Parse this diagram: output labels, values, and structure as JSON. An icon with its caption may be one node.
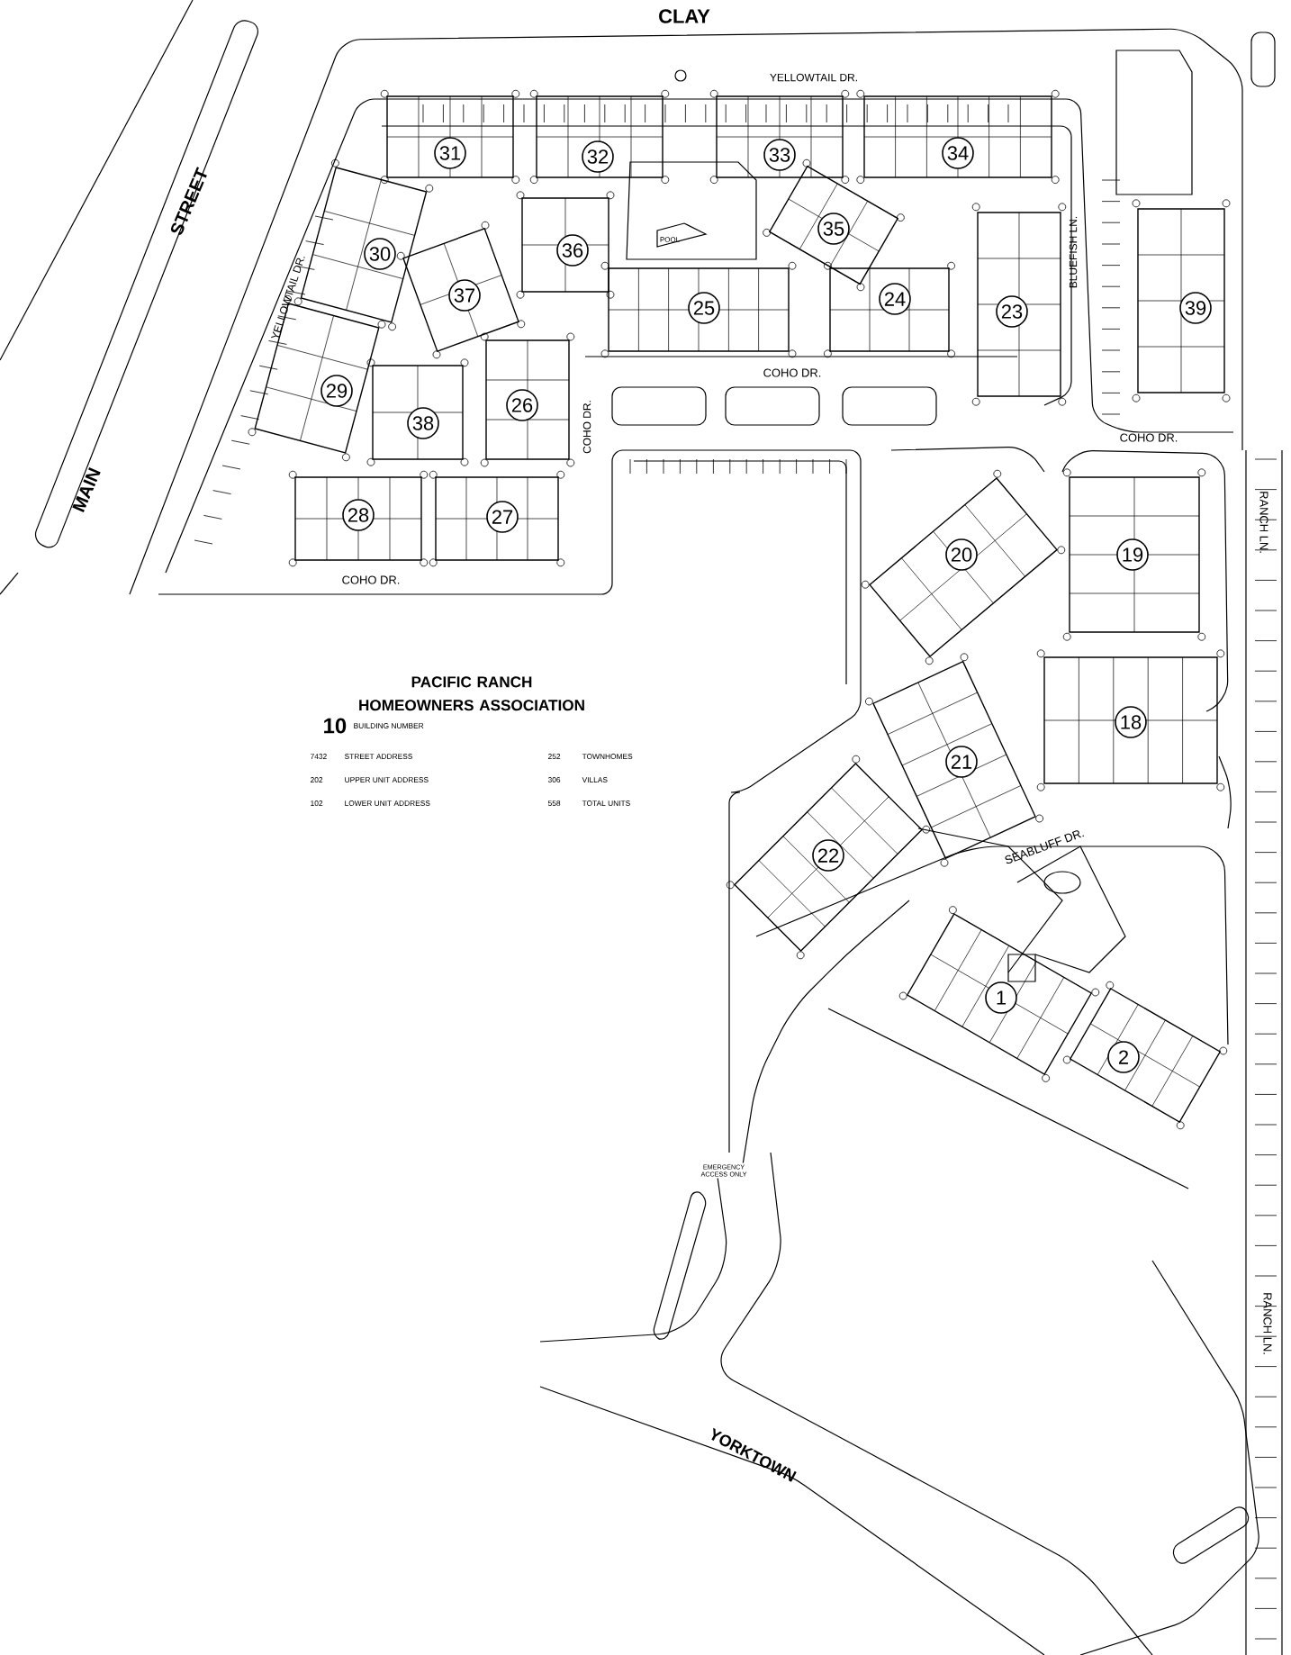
{
  "diagram": {
    "title": "PACIFIC RANCH HOMEOWNERS ASSOCIATION",
    "nodes": [
      {
        "text": [
          "31"
        ]
      },
      {
        "text": [
          "32"
        ]
      },
      {
        "text": [
          "33"
        ]
      },
      {
        "text": [
          "34"
        ]
      },
      {
        "text": [
          "30"
        ]
      },
      {
        "text": [
          "36"
        ]
      },
      {
        "text": [
          "35"
        ]
      },
      {
        "text": [
          "37"
        ]
      },
      {
        "text": [
          "25"
        ]
      },
      {
        "text": [
          "24"
        ]
      },
      {
        "text": [
          "23"
        ]
      },
      {
        "text": [
          "39"
        ]
      },
      {
        "text": [
          "29"
        ]
      },
      {
        "text": [
          "26"
        ]
      },
      {
        "text": [
          "38"
        ]
      },
      {
        "text": [
          "28"
        ]
      },
      {
        "text": [
          "27"
        ]
      },
      {
        "text": [
          "20"
        ]
      },
      {
        "text": [
          "19"
        ]
      },
      {
        "text": [
          "18"
        ]
      },
      {
        "text": [
          "21"
        ]
      },
      {
        "text": [
          "22"
        ]
      },
      {
        "text": [
          "1"
        ]
      },
      {
        "text": [
          "2"
        ]
      }
    ],
    "labels": [
      "CLAY",
      "STREET",
      "MAIN",
      "YELLOWTAIL DR.",
      "YELLOWTAIL DR.",
      "BLUEFISH LN.",
      "POOL",
      "COHO DR.",
      "COHO DR.",
      "COHO DR.",
      "COHO DR.",
      "RANCH LN.",
      "SEABLUFF DR.",
      "EMERGENCY ACCESS ONLY",
      "RANCH LN.",
      "YORKTOWN",
      "10",
      "BUILDING NUMBER",
      "7432",
      "STREET ADDRESS",
      "252",
      "TOWNHOMES",
      "202",
      "UPPER UNIT ADDRESS",
      "306",
      "VILLAS",
      "102",
      "LOWER UNIT ADDRESS",
      "558",
      "TOTAL UNITS"
    ]
  }
}
